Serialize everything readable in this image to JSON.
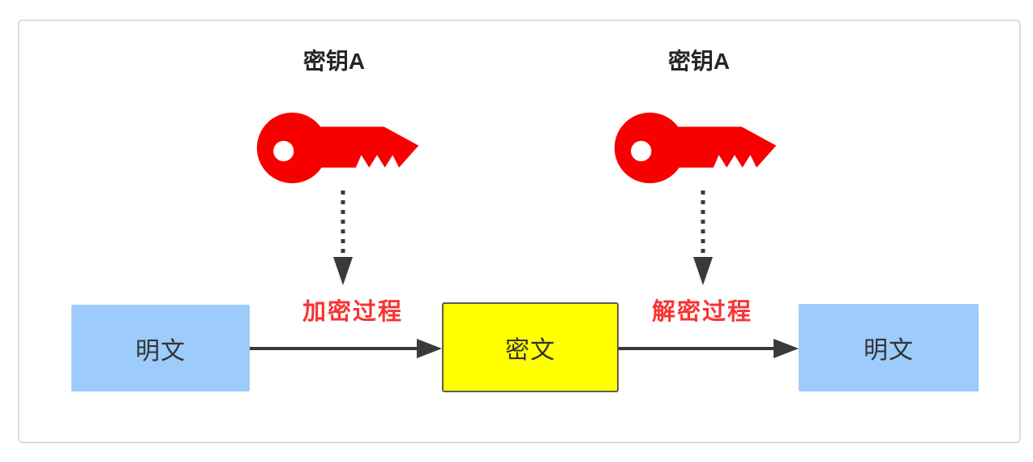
{
  "diagram": {
    "keys": [
      {
        "label": "密钥A",
        "icon": "key-icon"
      },
      {
        "label": "密钥A",
        "icon": "key-icon"
      }
    ],
    "process": {
      "encrypt": "加密过程",
      "decrypt": "解密过程"
    },
    "nodes": {
      "plaintext_left": "明文",
      "ciphertext": "密文",
      "plaintext_right": "明文"
    },
    "colors": {
      "key_red": "#F80000",
      "process_label_red": "#F93333",
      "plaintext_fill": "#9DCBFB",
      "ciphertext_fill": "#FFFF00",
      "ciphertext_border": "#5C5C50",
      "arrow": "#3A3A3A",
      "node_text": "#333333",
      "panel_border": "#DCDCDC"
    }
  }
}
